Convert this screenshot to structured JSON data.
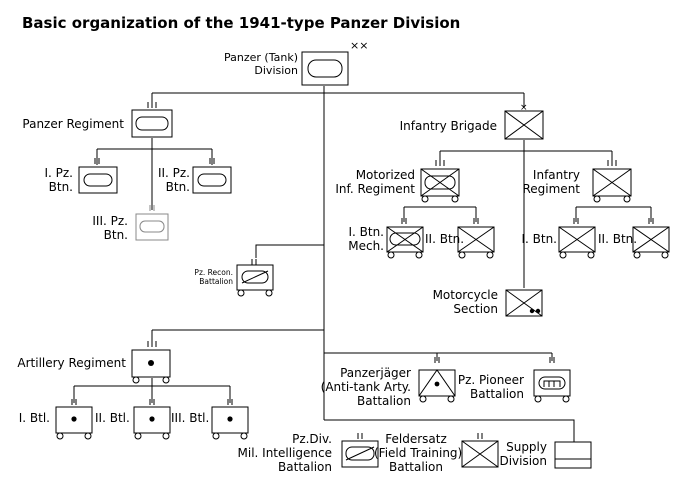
{
  "title": "Basic organization of the 1941-type Panzer Division",
  "units": {
    "division": {
      "line1": "Panzer (Tank)",
      "line2": "Division"
    },
    "panzer_regiment": {
      "line1": "Panzer Regiment"
    },
    "pz_btn_1": {
      "line1": "I. Pz.",
      "line2": "Btn."
    },
    "pz_btn_2": {
      "line1": "II. Pz.",
      "line2": "Btn."
    },
    "pz_btn_3": {
      "line1": "III. Pz.",
      "line2": "Btn."
    },
    "infantry_brigade": {
      "line1": "Infantry Brigade"
    },
    "motorized_regiment": {
      "line1": "Motorized",
      "line2": "Inf. Regiment"
    },
    "infantry_regiment": {
      "line1": "Infantry",
      "line2": "Regiment"
    },
    "mot_btn_1": {
      "line1": "I. Btn.",
      "line2": "Mech."
    },
    "mot_btn_2": {
      "line1": "II. Btn."
    },
    "inf_btn_1": {
      "line1": "I. Btn."
    },
    "inf_btn_2": {
      "line1": "II. Btn."
    },
    "motorcycle": {
      "line1": "Motorcycle",
      "line2": "Section"
    },
    "recon": {
      "line1": "Pz. Recon.",
      "line2": "Battalion"
    },
    "artillery_regiment": {
      "line1": "Artillery Regiment"
    },
    "art_btl_1": {
      "line1": "I. Btl."
    },
    "art_btl_2": {
      "line1": "II. Btl."
    },
    "art_btl_3": {
      "line1": "III. Btl."
    },
    "panzerjager": {
      "line1": "Panzerjäger",
      "line2": "(Anti-tank Arty.",
      "line3": "Battalion"
    },
    "pioneer": {
      "line1": "Pz. Pioneer",
      "line2": "Battalion"
    },
    "intelligence": {
      "line1": "Pz.Div.",
      "line2": "Mil. Intelligence",
      "line3": "Battalion"
    },
    "feldersatz": {
      "line1": "Feldersatz",
      "line2": "(Field Training)",
      "line3": "Battalion"
    },
    "supply": {
      "line1": "Supply",
      "line2": "Division"
    }
  },
  "echelon_marks": {
    "division": "××",
    "brigade": "×"
  }
}
